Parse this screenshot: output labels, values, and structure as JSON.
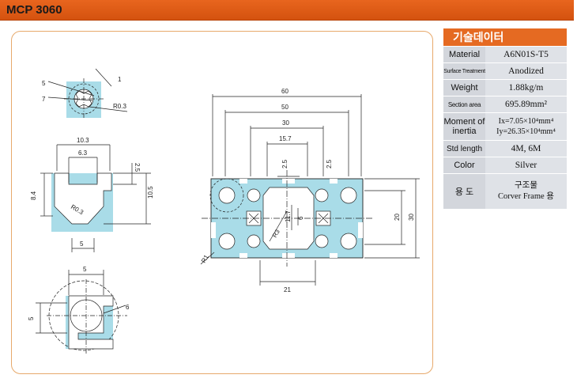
{
  "header": {
    "title": "MCP 3060"
  },
  "specs": {
    "heading": "기술데이터",
    "rows": [
      {
        "label": "Material",
        "value": "A6N01S-T5"
      },
      {
        "label": "Surface Treatment",
        "value": "Anodized"
      },
      {
        "label": "Weight",
        "value": "1.88kg/m"
      },
      {
        "label": "Section area",
        "value": "695.89mm²"
      },
      {
        "label": "Moment of inertia",
        "value": "Ix=7.05×10⁴mm⁴\nIy=26.35×10⁴mm⁴"
      },
      {
        "label": "Std length",
        "value": "4M, 6M"
      },
      {
        "label": "Color",
        "value": "Silver"
      },
      {
        "label": "용 도",
        "value": "구조물\nCorver Frame 용"
      }
    ]
  },
  "drawing": {
    "labels": {
      "d60": "60",
      "d50": "50",
      "d30": "30",
      "d15_7": "15.7",
      "d2_5a": "2.5",
      "d2_5b": "2.5",
      "d11_7": "11.7",
      "d6": "6",
      "d20": "20",
      "d30v": "30",
      "d21": "21",
      "r3": "R3",
      "r1": "R1",
      "c5": "5",
      "c7": "7",
      "c1": "1",
      "cr03": "R0.3",
      "s10_3": "10.3",
      "s6_3": "6.3",
      "s2_5": "2.5",
      "s8_4": "8.4",
      "s10_5": "10.5",
      "sr03": "R0.3",
      "s5": "5",
      "b5h": "5",
      "b5v": "5",
      "b6": "6"
    }
  }
}
